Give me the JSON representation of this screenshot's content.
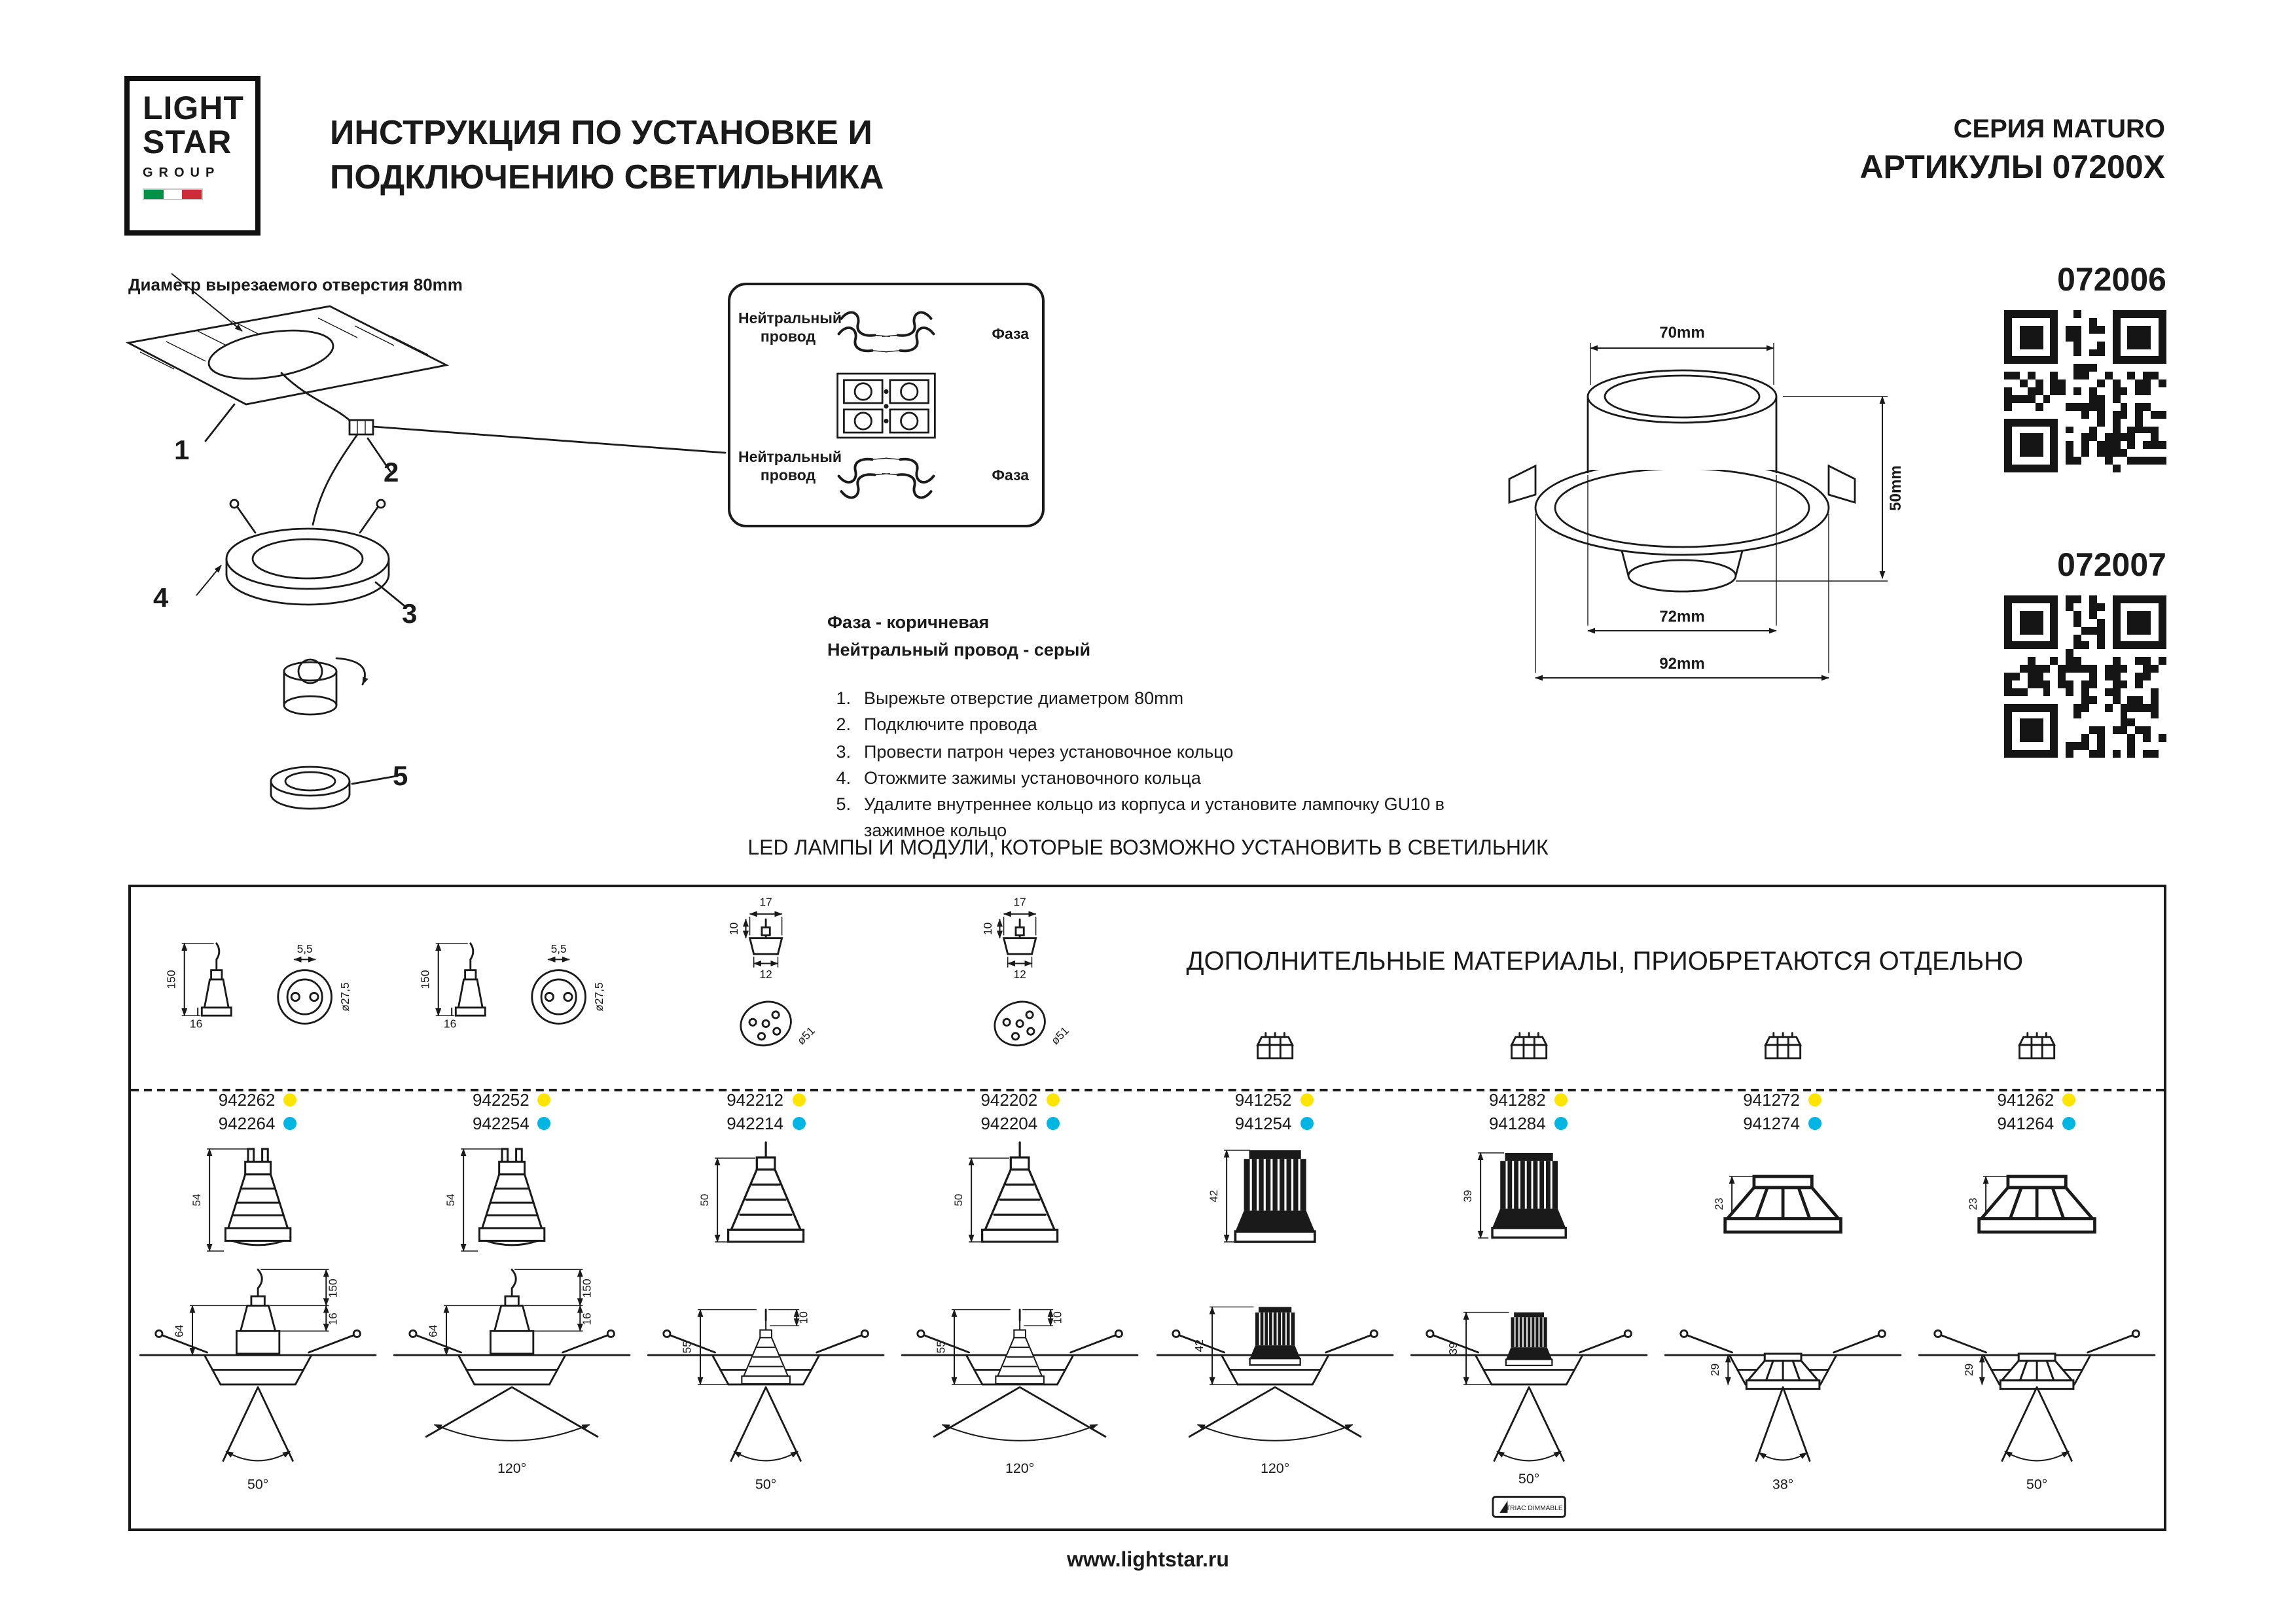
{
  "header": {
    "logo_lines": [
      "LIGHT",
      "STAR",
      "GROUP"
    ],
    "title_lines": [
      "ИНСТРУКЦИЯ ПО УСТАНОВКЕ И",
      "ПОДКЛЮЧЕНИЮ СВЕТИЛЬНИКА"
    ],
    "series": "СЕРИЯ MATURO",
    "articles_label": "АРТИКУЛЫ 07200X"
  },
  "products": [
    {
      "code": "072006"
    },
    {
      "code": "072007"
    }
  ],
  "installation": {
    "hole_note": "Диаметр вырезаемого отверстия 80mm",
    "callouts": [
      "1",
      "2",
      "3",
      "4",
      "5"
    ],
    "wiring_box": {
      "rows": [
        {
          "left": "Нейтральный провод",
          "right": "Фаза"
        },
        {
          "left": "Нейтральный провод",
          "right": "Фаза"
        }
      ]
    },
    "wire_legend": [
      "Фаза - коричневая",
      "Нейтральный провод - серый"
    ],
    "steps": [
      {
        "num": "1.",
        "text": "Вырежьте отверстие диаметром 80mm"
      },
      {
        "num": "2.",
        "text": "Подключите провода"
      },
      {
        "num": "3.",
        "text": "Провести патрон через установочное кольцо"
      },
      {
        "num": "4.",
        "text": "Отожмите зажимы установочного кольца"
      },
      {
        "num": "5.",
        "text": "Удалите внутреннее кольцо из корпуса и установите лампочку GU10 в зажимное кольцо"
      }
    ],
    "dimensions": {
      "top": "70mm",
      "height": "50mm",
      "body": "72mm",
      "overall": "92mm"
    }
  },
  "led_section": {
    "title": "LED ЛАМПЫ И МОДУЛИ, КОТОРЫЕ ВОЗМОЖНО УСТАНОВИТЬ В СВЕТИЛЬНИК",
    "accessories_title": "ДОПОЛНИТЕЛЬНЫЕ МАТЕРИАЛЫ, ПРИОБРЕТАЮТСЯ ОТДЕЛЬНО"
  },
  "modules": [
    {
      "top_dims": [
        "150",
        "5,5",
        "16",
        "ø27,5"
      ],
      "articles": [
        {
          "code": "942262"
        },
        {
          "code": "942264"
        }
      ],
      "lamp_height": "54",
      "install_dims": [
        "64",
        "150",
        "16"
      ],
      "beam": "50°"
    },
    {
      "top_dims": [
        "150",
        "5,5",
        "16",
        "ø27,5"
      ],
      "articles": [
        {
          "code": "942252"
        },
        {
          "code": "942254"
        }
      ],
      "lamp_height": "54",
      "install_dims": [
        "64",
        "150",
        "16"
      ],
      "beam": "120°"
    },
    {
      "top_dims": [
        "10",
        "17",
        "12",
        "ø51"
      ],
      "articles": [
        {
          "code": "942212"
        },
        {
          "code": "942214"
        }
      ],
      "lamp_height": "50",
      "install_dims": [
        "55",
        "10"
      ],
      "beam": "50°"
    },
    {
      "top_dims": [
        "10",
        "17",
        "12",
        "ø51"
      ],
      "articles": [
        {
          "code": "942202"
        },
        {
          "code": "942204"
        }
      ],
      "lamp_height": "50",
      "install_dims": [
        "55",
        "10"
      ],
      "beam": "120°"
    },
    {
      "articles": [
        {
          "code": "941252"
        },
        {
          "code": "941254"
        }
      ],
      "lamp_height": "42",
      "install_dims": [
        "42"
      ],
      "beam": "120°"
    },
    {
      "articles": [
        {
          "code": "941282"
        },
        {
          "code": "941284"
        }
      ],
      "lamp_height": "39",
      "install_dims": [
        "39"
      ],
      "beam": "50°",
      "note": "TRIAC DIMMABLE"
    },
    {
      "articles": [
        {
          "code": "941272"
        },
        {
          "code": "941274"
        }
      ],
      "lamp_height": "23",
      "install_dims": [
        "29"
      ],
      "beam": "38°"
    },
    {
      "articles": [
        {
          "code": "941262"
        },
        {
          "code": "941264"
        }
      ],
      "lamp_height": "23",
      "install_dims": [
        "29"
      ],
      "beam": "50°"
    }
  ],
  "colors": {
    "warm_dot": "#ffe400",
    "cool_dot": "#00b5e2",
    "flag_green": "#009246",
    "flag_red": "#ce2b37",
    "ink": "#1a1a1a"
  },
  "footer": {
    "url": "www.lightstar.ru"
  }
}
